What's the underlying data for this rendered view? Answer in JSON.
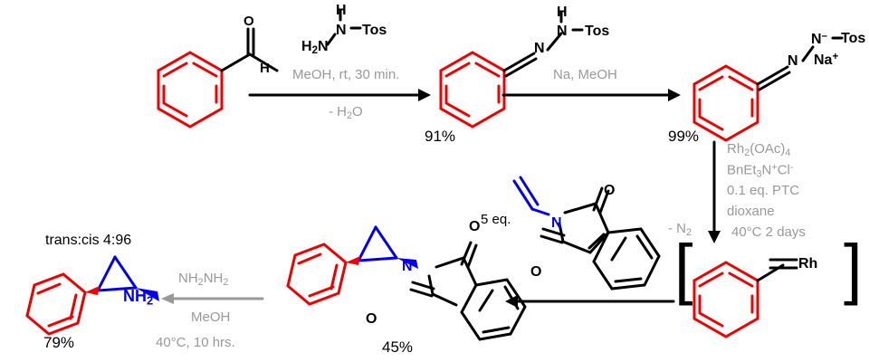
{
  "scheme": {
    "title_note": "trans:cis 4:96",
    "reagents_top": {
      "hydrazine_h": "H",
      "hydrazine_n": "N",
      "hydrazine_tos": "Tos",
      "hydrazine_h2n": "H",
      "hydrazine_h2n_sub": "2",
      "hydrazine_h2n_n": "N"
    },
    "step1": {
      "above": "MeOH, rt, 30 min.",
      "below_pre": "- H",
      "below_sub": "2",
      "below_post": "O",
      "yield": "91%"
    },
    "step2": {
      "above": "Na, MeOH",
      "yield": "99%"
    },
    "step3": {
      "line1_pre": "Rh",
      "line1_sub1": "2",
      "line1_mid": "(OAc)",
      "line1_sub2": "4",
      "line2_pre": "BnEt",
      "line2_sub": "3",
      "line2_mid": "N",
      "line2_sup": "+",
      "line2_post": "Cl",
      "line2_sup2": "-",
      "line3": "0.1 eq. PTC",
      "line4": "dioxane",
      "line5": "40°C 2 days",
      "loss_pre": "- N",
      "loss_sub": "2"
    },
    "step4": {
      "equiv": "5 eq.",
      "yield": "45%"
    },
    "step5": {
      "above_pre": "NH",
      "above_sub1": "2",
      "above_mid": "NH",
      "above_sub2": "2",
      "mid": "MeOH",
      "below": "40°C, 10 hrs.",
      "yield": "79%"
    },
    "atoms": {
      "O": "O",
      "H": "H",
      "N": "N",
      "Tos": "Tos",
      "Na": "Na",
      "Rh": "Rh",
      "NH2_n": "NH",
      "NH2_sub": "2",
      "minus": "–",
      "plus": "+",
      "bracket_left": "[",
      "bracket_right": "]"
    },
    "colors": {
      "phenyl_red": "#ee0000",
      "nitrogen_blue": "#0000ee",
      "condition_gray": "#999999",
      "bond_black": "#000000",
      "background": "#ffffff"
    }
  }
}
